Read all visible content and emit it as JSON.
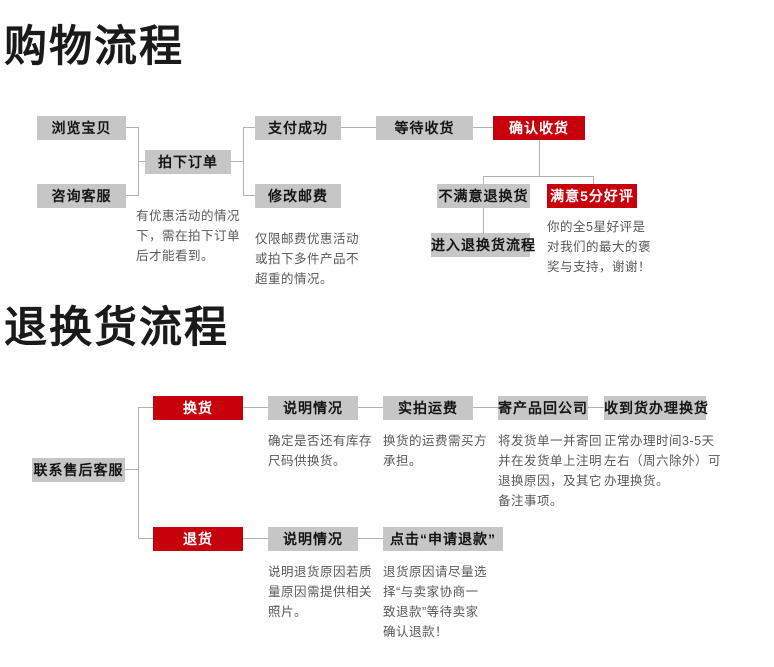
{
  "colors": {
    "accent_red": "#c7000b",
    "box_gray": "#c6c6c6",
    "connector_gray": "#b2b2b2",
    "title_color": "#1a1a1a",
    "note_color": "#595959"
  },
  "shopping": {
    "title": "购物流程",
    "nodes": {
      "browse": "浏览宝贝",
      "consult": "咨询客服",
      "order": "拍下订单",
      "pay": "支付成功",
      "modify_postage": "修改邮费",
      "wait_receive": "等待收货",
      "confirm_receive": "确认收货",
      "unsatisfied": "不满意退换货",
      "satisfied": "满意5分好评",
      "enter_return": "进入退换货流程"
    },
    "notes": {
      "order_note": "有优惠活动的情况\n下，需在拍下订单\n后才能看到。",
      "postage_note": "仅限邮费优惠活动\n或拍下多件产品不\n超重的情况。",
      "praise_note": "你的全5星好评是\n对我们的最大的褒\n奖与支持，谢谢！"
    }
  },
  "returns": {
    "title": "退换货流程",
    "nodes": {
      "contact": "联系售后客服",
      "exchange": "换货",
      "exchange_explain": "说明情况",
      "freight": "实拍运费",
      "send_back": "寄产品回公司",
      "process_exchange": "收到货办理换货",
      "refund": "退货",
      "refund_explain": "说明情况",
      "apply_refund": "点击“申请退款”"
    },
    "notes": {
      "exchange_explain_note": "确定是否还有库存\n尺码供换货。",
      "freight_note": "换货的运费需买方\n承担。",
      "send_back_note": "将发货单一并寄回\n并在发货单上注明\n退换原因，及其它\n备注事项。",
      "process_note": "正常办理时间3-5天\n左右（周六除外）可\n办理换货。",
      "refund_explain_note": "说明退货原因若质\n量原因需提供相关\n照片。",
      "apply_refund_note": "退货原因请尽量选\n择“与卖家协商一\n致退款”等待卖家\n确认退款！"
    }
  }
}
